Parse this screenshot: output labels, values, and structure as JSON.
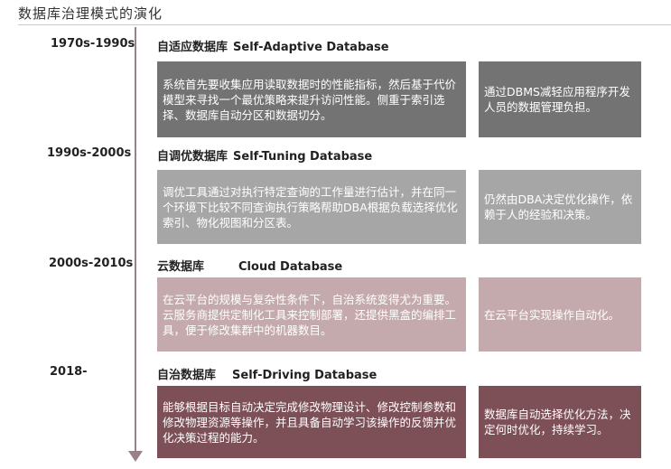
{
  "title": "数据库治理模式的演化",
  "colors": {
    "era1": "#737373",
    "era2": "#a6a6a6",
    "era3": "#c4aaac",
    "era4": "#7d5058",
    "axis": "#9a8088"
  },
  "eras": [
    {
      "period": "1970s-1990s",
      "name_cn": "自适应数据库",
      "name_en": "Self-Adaptive Database",
      "description": "系统首先要收集应用读取数据时的性能指标，然后基于代价模型来寻找一个最优策略来提升访问性能。侧重于索引选择、数据库自动分区和数据切分。",
      "note": "通过DBMS减轻应用程序开发人员的数据管理负担。"
    },
    {
      "period": "1990s-2000s",
      "name_cn": "自调优数据库",
      "name_en": "Self-Tuning Database",
      "description": "调优工具通过对执行特定查询的工作量进行估计，并在同一个环境下比较不同查询执行策略帮助DBA根据负载选择优化索引、物化视图和分区表。",
      "note": "仍然由DBA决定优化操作，依赖于人的经验和决策。"
    },
    {
      "period": "2000s-2010s",
      "name_cn": "云数据库",
      "name_en": "Cloud Database",
      "description": "在云平台的规模与复杂性条件下，自治系统变得尤为重要。云服务商提供定制化工具来控制部署，还提供黑盒的编排工具，便于修改集群中的机器数目。",
      "note": "在云平台实现操作自动化。"
    },
    {
      "period": "2018-",
      "name_cn": "自治数据库",
      "name_en": "Self-Driving Database",
      "description": "能够根据目标自动决定完成修改物理设计、修改控制参数和修改物理资源等操作，并且具备自动学习该操作的反馈并优化决策过程的能力。",
      "note": "数据库自动选择优化方法，决定何时优化，持续学习。"
    }
  ]
}
